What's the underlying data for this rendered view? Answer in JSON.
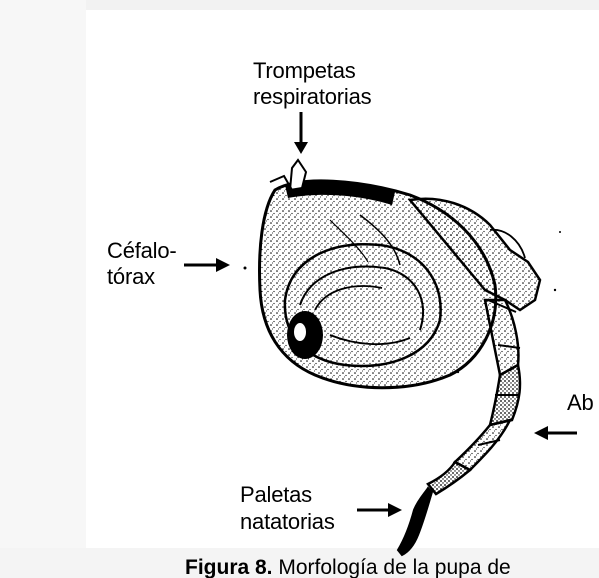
{
  "labels": {
    "trompetas_line1": "Trompetas",
    "trompetas_line2": "respiratorias",
    "cefalo_line1": "Céfalo-",
    "cefalo_line2": "tórax",
    "abdomen": "Ab",
    "paletas_line1": "Paletas",
    "paletas_line2": "natatorias"
  },
  "caption": {
    "prefix": "Figura 8.",
    "text": " Morfología de la pupa de"
  }
}
